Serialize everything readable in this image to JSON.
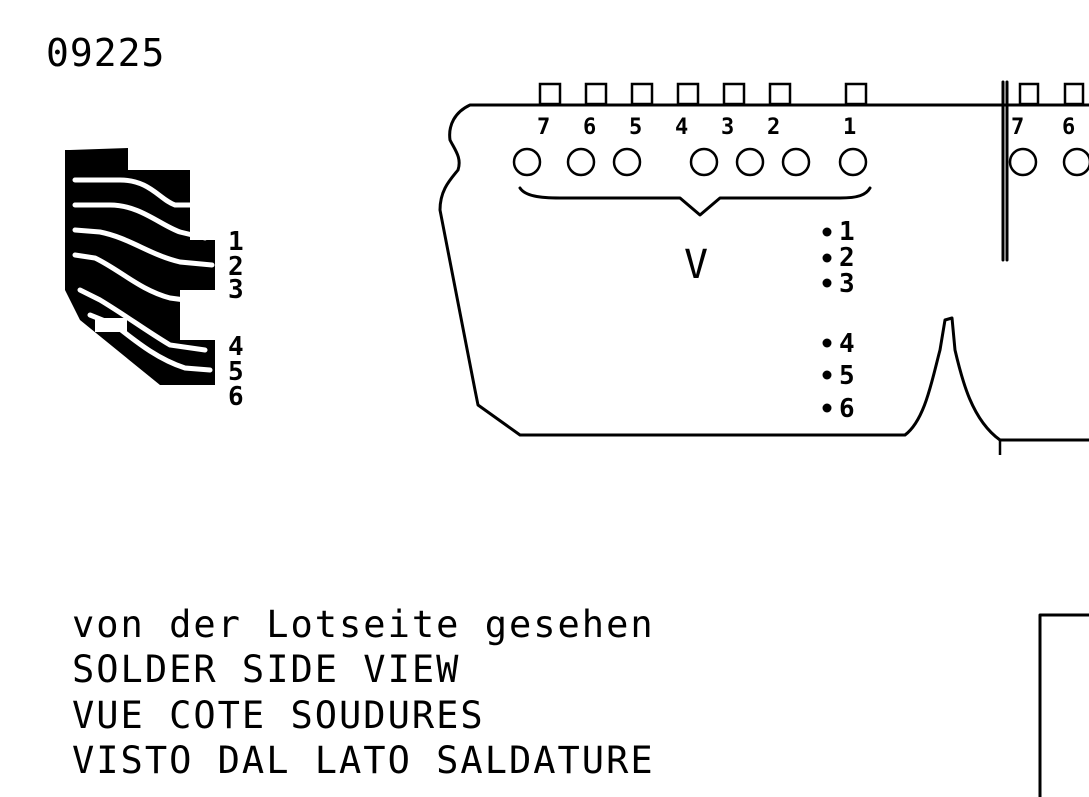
{
  "part_number": "09225",
  "connector": {
    "pins_top": [
      "7",
      "6",
      "5",
      "4",
      "3",
      "2",
      "1"
    ],
    "group_label": "V",
    "pins_side": [
      "1",
      "2",
      "3",
      "4",
      "5",
      "6"
    ],
    "strip_labels": [
      "1",
      "2",
      "3",
      "4",
      "5",
      "6"
    ],
    "second_connector_pins": [
      "7",
      "6"
    ]
  },
  "caption": {
    "line1": "von der Lotseite gesehen",
    "line2": "SOLDER SIDE VIEW",
    "line3": "VUE COTE SOUDURES",
    "line4": "VISTO DAL LATO SALDATURE"
  }
}
